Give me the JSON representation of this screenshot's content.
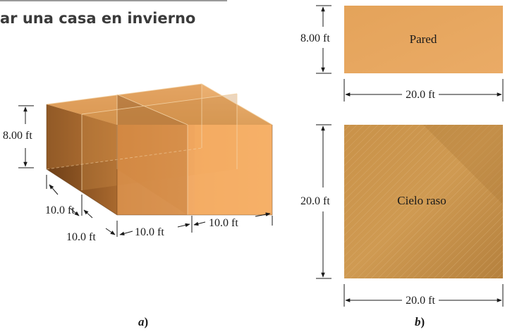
{
  "title": "ar una casa en invierno",
  "panel_a": {
    "caption_letter": "a",
    "caption_paren": ")",
    "height_label": "8.00 ft",
    "depth_label_1": "10.0 ft",
    "depth_label_2": "10.0 ft",
    "width_label_1": "10.0 ft",
    "width_label_2": "10.0 ft"
  },
  "panel_b": {
    "caption_letter": "b",
    "caption_paren": ")",
    "wall": {
      "name": "Pared",
      "height_label": "8.00 ft",
      "width_label": "20.0 ft"
    },
    "ceiling": {
      "name": "Cielo raso",
      "height_label": "20.0 ft",
      "width_label": "20.0 ft"
    }
  },
  "colors": {
    "house_front": "#f1a45a",
    "house_side": "#8a5524",
    "wall_fill": "#e7a75f",
    "ceiling_fill": "#c79148"
  }
}
